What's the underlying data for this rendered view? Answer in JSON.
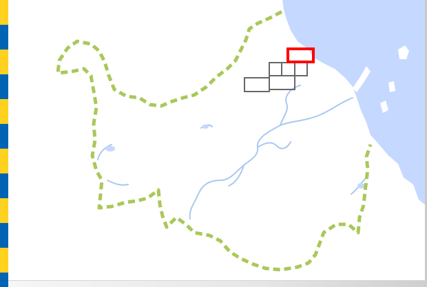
{
  "colors": {
    "strip_yellow": "#ffd21f",
    "strip_blue": "#0064b4",
    "water": "#c5d8ff",
    "river": "#aac8f0",
    "boundary": "#a9c85a",
    "grid_cell": "#666666",
    "selected_cell": "#ff0000",
    "land": "#ffffff"
  },
  "map": {
    "boundary_style": "dashed",
    "grid_cells": [
      {
        "state": "unselected"
      },
      {
        "state": "unselected"
      },
      {
        "state": "unselected"
      },
      {
        "state": "unselected"
      },
      {
        "state": "unselected"
      },
      {
        "state": "unselected"
      }
    ],
    "selected_cell": {
      "state": "selected"
    }
  }
}
